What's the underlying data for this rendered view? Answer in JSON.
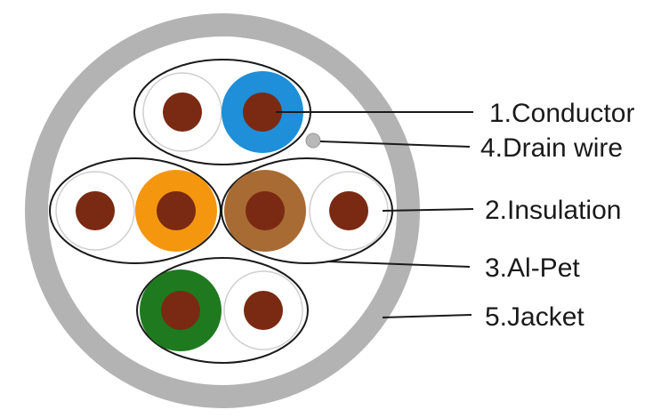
{
  "diagram": {
    "labels": {
      "conductor": "1.Conductor",
      "drain_wire": "4.Drain wire",
      "insulation": "2.Insulation",
      "al_pet": "3.Al-Pet",
      "jacket": "5.Jacket"
    },
    "colors": {
      "jacket": "#b3b3b3",
      "conductor": "#7a2a12",
      "insulation_white": "#ffffff",
      "insulation_blue": "#1e8fd8",
      "insulation_orange": "#f5960f",
      "insulation_brown": "#a86b33",
      "insulation_green": "#1f7a1f",
      "drain_wire": "#b8b8b8",
      "lines": "#1a1a1a"
    }
  }
}
